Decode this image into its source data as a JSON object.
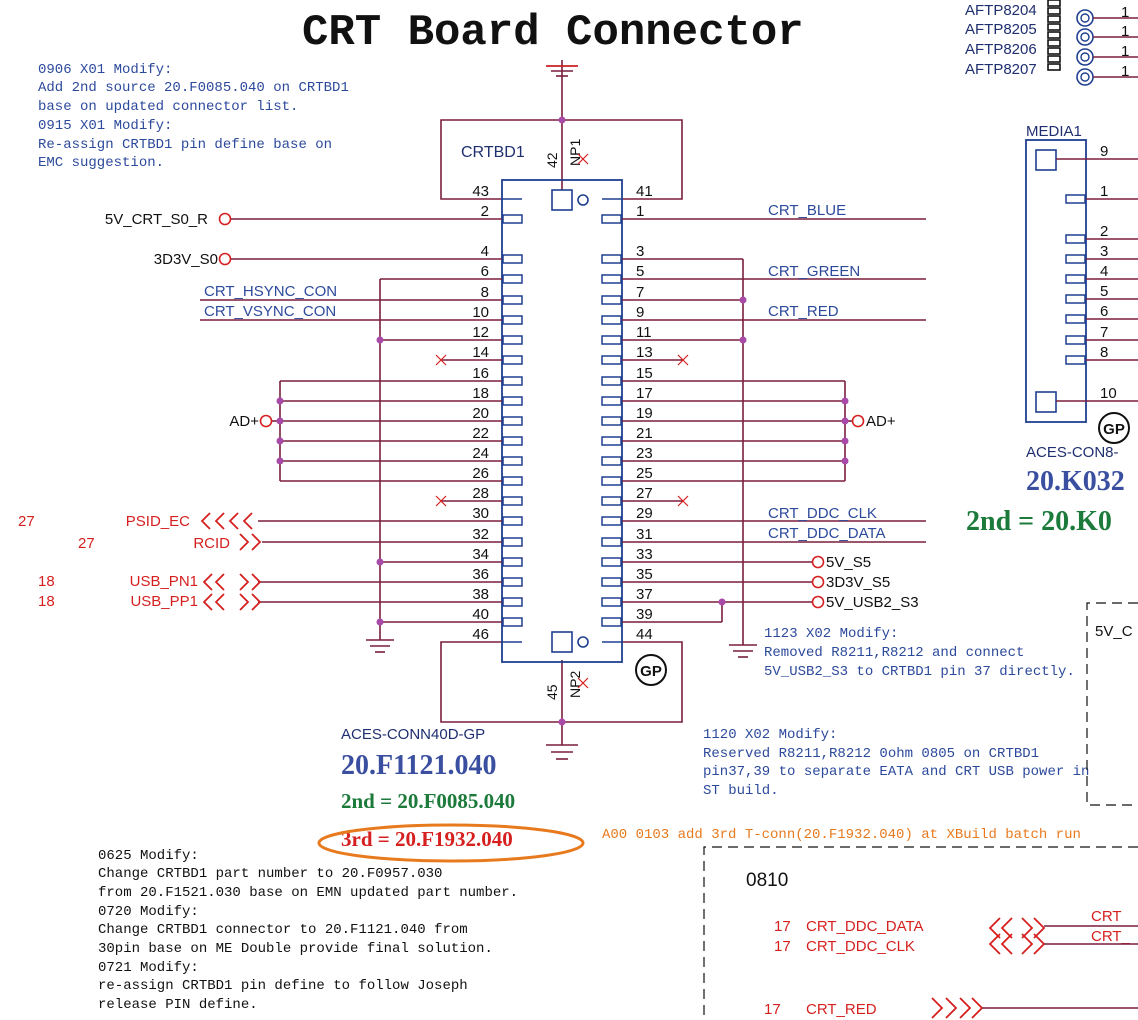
{
  "title": "CRT Board Connector",
  "notes": {
    "top_left": [
      "0906 X01 Modify:",
      "Add 2nd source 20.F0085.040 on CRTBD1",
      "base on updated connector list.",
      "0915 X01 Modify:",
      "Re-assign CRTBD1 pin define base on",
      "EMC suggestion."
    ],
    "bottom_left": [
      "0625 Modify:",
      "Change CRTBD1 part number to 20.F0957.030",
      "from 20.F1521.030 base on EMN updated part number.",
      "0720 Modify:",
      "Change CRTBD1 connector to 20.F1121.040 from",
      "30pin base on ME Double provide final solution.",
      "0721 Modify:",
      "re-assign CRTBD1 pin define to follow Joseph",
      "release PIN define."
    ],
    "x02_1123": [
      "1123 X02 Modify:",
      "Removed R8211,R8212 and connect",
      "5V_USB2_S3 to CRTBD1 pin 37 directly."
    ],
    "x02_1120": [
      "1120 X02 Modify:",
      "Reserved R8211,R8212 0ohm 0805 on CRTBD1",
      "pin37,39 to separate EATA and CRT USB power in",
      "ST build."
    ],
    "a00": "A00 0103 add 3rd T-conn(20.F1932.040) at XBuild batch run"
  },
  "connector": {
    "ref": "CRTBD1",
    "type": "ACES-CONN40D-GP",
    "pn": "20.F1121.040",
    "second": "2nd = 20.F0085.040",
    "third": "3rd = 20.F1932.040",
    "np1": "NP1",
    "np2": "NP2",
    "gp": "GP",
    "left_pins": [
      "43",
      "2",
      "4",
      "6",
      "8",
      "10",
      "12",
      "14",
      "16",
      "18",
      "20",
      "22",
      "24",
      "26",
      "28",
      "30",
      "32",
      "34",
      "36",
      "38",
      "40",
      "46"
    ],
    "right_pins": [
      "41",
      "1",
      "3",
      "5",
      "7",
      "9",
      "11",
      "13",
      "15",
      "17",
      "19",
      "21",
      "23",
      "25",
      "27",
      "29",
      "31",
      "33",
      "35",
      "37",
      "39",
      "44"
    ],
    "top_pin": "42",
    "bottom_pin": "45"
  },
  "nets": {
    "5v_crt": "5V_CRT_S0_R",
    "3d3v_s0": "3D3V_S0",
    "hsync": "CRT_HSYNC_CON",
    "vsync": "CRT_VSYNC_CON",
    "ad_left": "AD+",
    "ad_right": "AD+",
    "psid": "PSID_EC",
    "rcid": "RCID",
    "usb_pn1": "USB_PN1",
    "usb_pp1": "USB_PP1",
    "psid_page": "27",
    "rcid_page": "27",
    "usb_pn1_page": "18",
    "usb_pp1_page": "18",
    "blue": "CRT_BLUE",
    "green": "CRT_GREEN",
    "red": "CRT_RED",
    "ddc_clk": "CRT_DDC_CLK",
    "ddc_data": "CRT_DDC_DATA",
    "5v_s5": "5V_S5",
    "3d3v_s5": "3D3V_S5",
    "5v_usb2": "5V_USB2_S3"
  },
  "testpoints": [
    "AFTP8204",
    "AFTP8205",
    "AFTP8206",
    "AFTP8207"
  ],
  "tp_pin": "1",
  "media": {
    "ref": "MEDIA1",
    "pins": [
      "9",
      "1",
      "2",
      "3",
      "4",
      "5",
      "6",
      "7",
      "8",
      "10"
    ],
    "type": "ACES-CON8-",
    "pn": "20.K032",
    "second": "2nd = 20.K0",
    "gp": "GP"
  },
  "box_0810": {
    "label": "0810",
    "rows": [
      {
        "page": "17",
        "net": "CRT_DDC_DATA",
        "tail": "CRT"
      },
      {
        "page": "17",
        "net": "CRT_DDC_CLK",
        "tail": "CRT_"
      },
      {
        "page": "17",
        "net": "CRT_RED",
        "tail": ""
      }
    ]
  },
  "partial_label": "5V_C",
  "colors": {
    "wire": "#7a1f3d",
    "pin_box": "#1f3f8f",
    "net_blue": "#2c4a9c",
    "net_red": "#d62020",
    "junction": "#a84aa8",
    "pn_blue": "#3b4fa0",
    "green": "#1c7a3a",
    "orange": "#e87a1e",
    "note_blue": "#2c4a9c",
    "black": "#111111"
  }
}
